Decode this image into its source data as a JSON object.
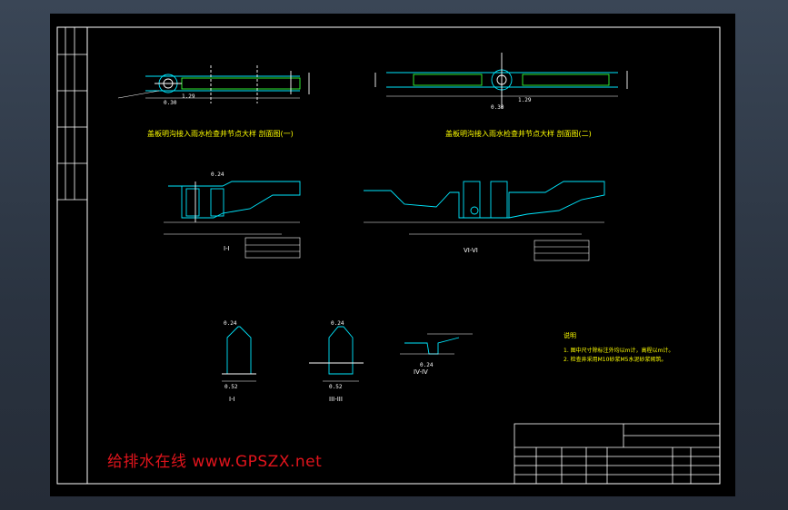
{
  "watermark": {
    "text": "给排水在线 www.GPSZX.net"
  },
  "drawing": {
    "title_1": "盖板明沟接入雨水检查井节点大样 剖面图(一)",
    "title_2": "盖板明沟接入雨水检查井节点大样 剖面图(二)",
    "section_labels": [
      "I-I",
      "VI-VI",
      "I-I",
      "III-III",
      "IV-IV"
    ],
    "dims": {
      "d030": "0.30",
      "d129": "1.29",
      "d024": "0.24",
      "d052": "0.52"
    },
    "notes_title": "说明",
    "notes": [
      "1. 图中尺寸除标注外均以m计，高程以m计。",
      "2. 检查井采用M10砂浆M5水泥砂浆砌筑。"
    ]
  },
  "colors": {
    "line": "#00e8ff",
    "white": "#ffffff",
    "yellow": "#ffff00",
    "green": "#33ff33",
    "red": "#e0141c"
  }
}
